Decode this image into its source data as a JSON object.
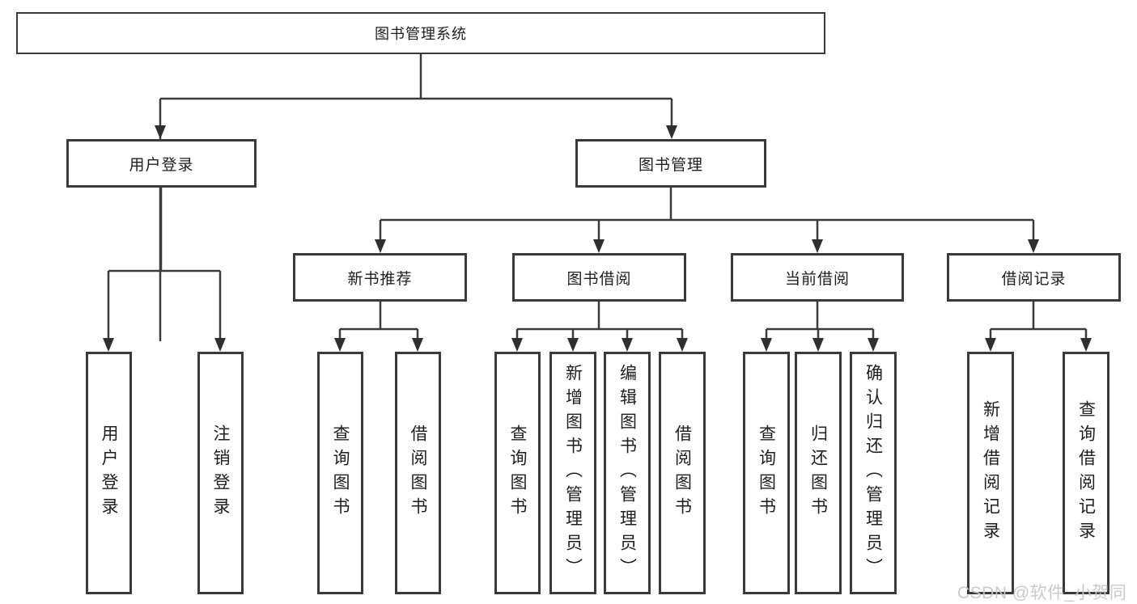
{
  "tree": {
    "root": {
      "label": "图书管理系统",
      "children": [
        {
          "label": "用户登录",
          "children": [
            {
              "label": "用户登录"
            },
            {
              "label": "注销登录"
            }
          ]
        },
        {
          "label": "图书管理",
          "children": [
            {
              "label": "新书推荐",
              "children": [
                {
                  "label": "查询图书"
                },
                {
                  "label": "借阅图书"
                }
              ]
            },
            {
              "label": "图书借阅",
              "children": [
                {
                  "label": "查询图书"
                },
                {
                  "label": "新增图书（管理员）"
                },
                {
                  "label": "编辑图书（管理员）"
                },
                {
                  "label": "借阅图书"
                }
              ]
            },
            {
              "label": "当前借阅",
              "children": [
                {
                  "label": "查询图书"
                },
                {
                  "label": "归还图书"
                },
                {
                  "label": "确认归还（管理员）"
                }
              ]
            },
            {
              "label": "借阅记录",
              "children": [
                {
                  "label": "新增借阅记录"
                },
                {
                  "label": "查询借阅记录"
                }
              ]
            }
          ]
        }
      ]
    }
  },
  "watermark": "CSDN @软件_小贺同学",
  "colors": {
    "line": "#3a3a3a",
    "arrow": "#2f2f2f",
    "text": "#1e1e1e",
    "watermark": "#c7c7c7",
    "background": "#ffffff"
  }
}
